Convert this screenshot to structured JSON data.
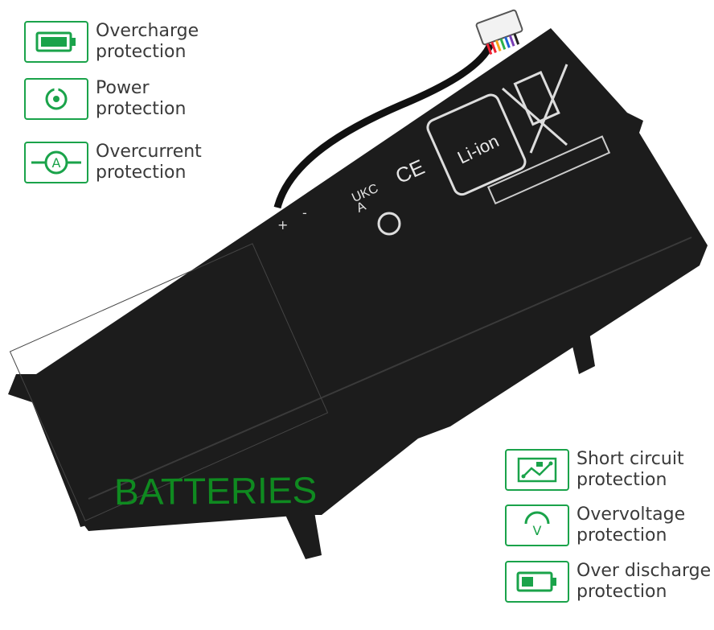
{
  "features_left": [
    {
      "icon": "battery-full-icon",
      "label": "Overcharge\nprotection"
    },
    {
      "icon": "power-icon",
      "label": "Power\nprotection"
    },
    {
      "icon": "ammeter-icon",
      "label": "Overcurrent\nprotection"
    }
  ],
  "features_right": [
    {
      "icon": "circuit-board-icon",
      "label": "Short circuit\nprotection"
    },
    {
      "icon": "voltmeter-icon",
      "label": "Overvoltage\nprotection"
    },
    {
      "icon": "battery-low-icon",
      "label": "Over discharge\nprotection"
    }
  ],
  "battery": {
    "watermark": "BATTERIES",
    "chemistry_label": "Li-ion",
    "plus_sign": "+",
    "minus_sign": "-",
    "ce_mark": "CE",
    "ukca_mark": "UKCA"
  },
  "colors": {
    "accent_green": "#1aa34a",
    "battery_body": "#1c1c1c",
    "watermark_green": "#0f8a20"
  }
}
